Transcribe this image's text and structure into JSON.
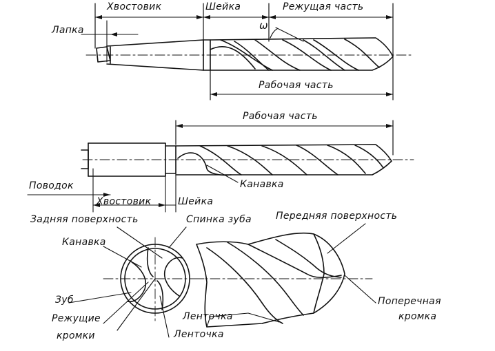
{
  "drill_1": {
    "lapka": "Лапка",
    "hvostovik": "Хвостовик",
    "sheyka": "Шейка",
    "rezhushchaya_chast": "Режущая часть",
    "rabochaya_chast": "Рабочая часть",
    "angle_symbol": "ω"
  },
  "drill_2": {
    "rabochaya_chast": "Рабочая часть",
    "povodok": "Поводок",
    "kanavka": "Канавка",
    "hvostovik": "Хвостовик",
    "sheyka": "Шейка"
  },
  "detail": {
    "zadnyaya_poverkhnost": "Задняя поверхность",
    "spinka_zuba": "Спинка зуба",
    "perednyaya_poverkhnost": "Передняя поверхность",
    "kanavka": "Канавка",
    "zub": "Зуб",
    "rezhushchie_kromki_1": "Режущие",
    "rezhushchie_kromki_2": "кромки",
    "lentochka_1": "Ленточка",
    "lentochka_2": "Ленточка",
    "poperechnaya_kromka_1": "Поперечная",
    "poperechnaya_kromka_2": "кромка"
  }
}
